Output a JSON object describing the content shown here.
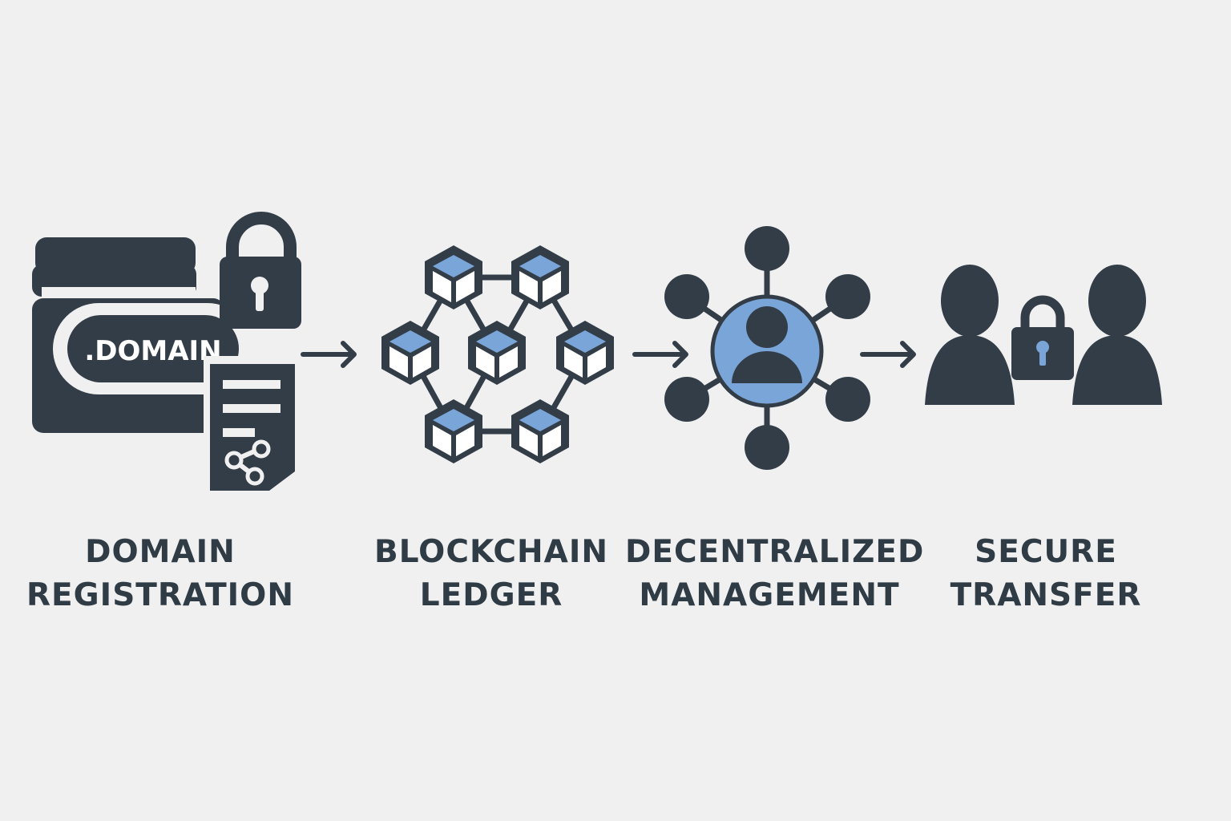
{
  "colors": {
    "background": "#f0f0f0",
    "icon": "#333d47",
    "accent": "#7aa5d8"
  },
  "steps": [
    {
      "icon": "domain-document-lock-icon",
      "badge_text": ".DOMAIN",
      "label_line1": "DOMAIN",
      "label_line2": "REGISTRATION"
    },
    {
      "icon": "blockchain-cubes-icon",
      "label_line1": "BLOCKCHAIN",
      "label_line2": "LEDGER"
    },
    {
      "icon": "network-user-icon",
      "label_line1": "DECENTRALIZED",
      "label_line2": "MANAGEMENT"
    },
    {
      "icon": "users-lock-icon",
      "label_line1": "SECURE",
      "label_line2": "TRANSFER"
    }
  ],
  "connectors": [
    "arrow-right-icon",
    "arrow-right-icon",
    "arrow-right-icon"
  ]
}
